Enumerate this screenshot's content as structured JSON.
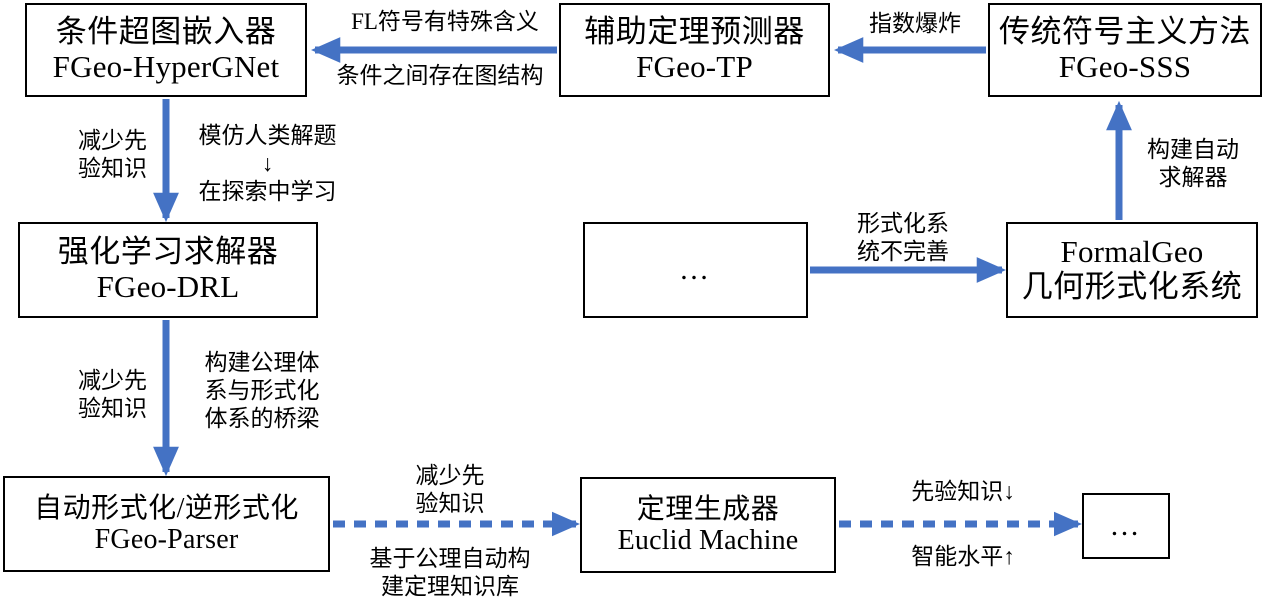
{
  "diagram": {
    "title": "FormalGeo ecosystem flow diagram",
    "accent_color": "#4472C4",
    "line_color": "#000000",
    "background": "#ffffff"
  },
  "nodes": {
    "hypergnet": {
      "line1": "条件超图嵌入器",
      "line2": "FGeo-HyperGNet"
    },
    "tp": {
      "line1": "辅助定理预测器",
      "line2": "FGeo-TP"
    },
    "sss": {
      "line1": "传统符号主义方法",
      "line2": "FGeo-SSS"
    },
    "drl": {
      "line1": "强化学习求解器",
      "line2": "FGeo-DRL"
    },
    "ellipsis_mid": {
      "line1": "…"
    },
    "formalgeo": {
      "line1": "FormalGeo",
      "line2": "几何形式化系统"
    },
    "parser": {
      "line1": "自动形式化/逆形式化",
      "line2": "FGeo-Parser"
    },
    "euclid": {
      "line1": "定理生成器",
      "line2": "Euclid Machine"
    },
    "ellipsis_end": {
      "line1": "…"
    }
  },
  "edge_labels": {
    "sss_to_tp": "指数爆炸",
    "tp_to_hypergnet_top": "FL符号有特殊含义",
    "tp_to_hypergnet_bottom": "条件之间存在图结构",
    "formalgeo_to_sss_l1": "构建自动",
    "formalgeo_to_sss_l2": "求解器",
    "mid_to_formalgeo_l1": "形式化系",
    "mid_to_formalgeo_l2": "统不完善",
    "hypergnet_to_drl_left_l1": "减少先",
    "hypergnet_to_drl_left_l2": "验知识",
    "hypergnet_to_drl_right_l1": "模仿人类解题",
    "hypergnet_to_drl_right_l2": "↓",
    "hypergnet_to_drl_right_l3": "在探索中学习",
    "drl_to_parser_left_l1": "减少先",
    "drl_to_parser_left_l2": "验知识",
    "drl_to_parser_right_l1": "构建公理体",
    "drl_to_parser_right_l2": "系与形式化",
    "drl_to_parser_right_l3": "体系的桥梁",
    "parser_to_euclid_top_l1": "减少先",
    "parser_to_euclid_top_l2": "验知识",
    "parser_to_euclid_bottom_l1": "基于公理自动构",
    "parser_to_euclid_bottom_l2": "建定理知识库",
    "euclid_to_end_top": "先验知识↓",
    "euclid_to_end_bottom": "智能水平↑"
  }
}
